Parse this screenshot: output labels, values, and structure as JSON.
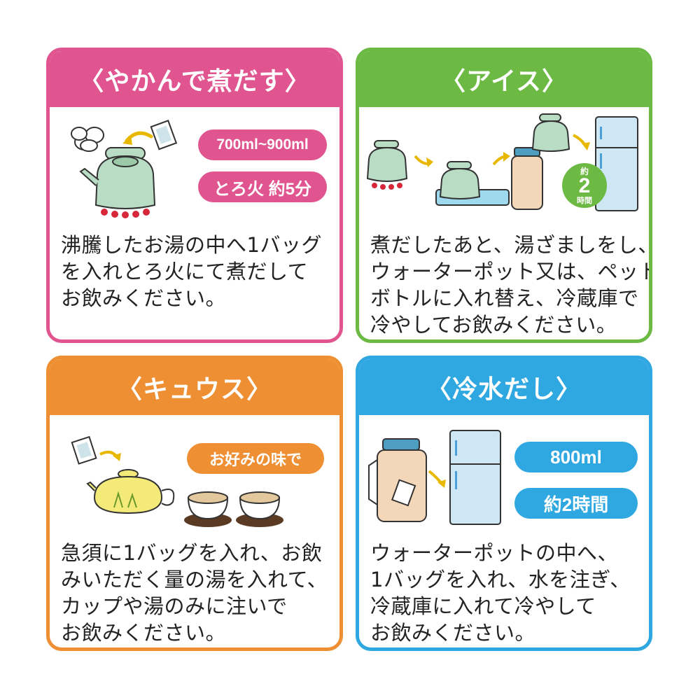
{
  "cards": [
    {
      "title": "〈やかんで煮だす〉",
      "pills": [
        "700ml~900ml",
        "とろ火 約5分"
      ],
      "lines": [
        "沸騰したお湯の中へ1バッグ",
        "を入れとろ火にて煮だして",
        "お飲みください。"
      ],
      "color": "#e0558f"
    },
    {
      "title": "〈アイス〉",
      "badge": {
        "top": "約",
        "num": "2",
        "bottom": "時間"
      },
      "lines": [
        "煮だしたあと、湯ざましをし、",
        "ウォーターポット又は、ペット",
        "ボトルに入れ替え、冷蔵庫で",
        "冷やしてお飲みください。"
      ],
      "color": "#6cb944"
    },
    {
      "title": "〈キュウス〉",
      "pills": [
        "お好みの味で"
      ],
      "lines": [
        "急須に1バッグを入れ、お飲",
        "みいただく量の湯を入れて、",
        "カップや湯のみに注いで",
        "お飲みください。"
      ],
      "color": "#ef8f33"
    },
    {
      "title": "〈冷水だし〉",
      "pills": [
        "800ml",
        "約2時間"
      ],
      "lines": [
        "ウォーターポットの中へ、",
        "1バッグを入れ、水を注ぎ、",
        "冷蔵庫に入れて冷やして",
        "お飲みください。"
      ],
      "color": "#2fa7e0"
    }
  ]
}
